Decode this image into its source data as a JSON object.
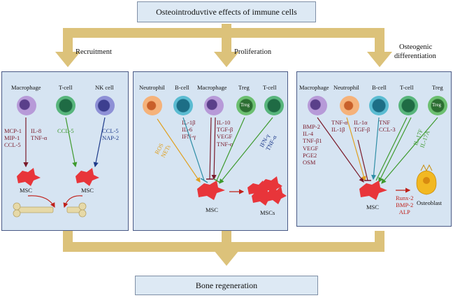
{
  "title": "Osteointroduvtive effects of immune cells",
  "bottom_title": "Bone regeneration",
  "sections": {
    "recruitment": "Recruitment",
    "proliferation": "Proliferation",
    "differentiation_1": "Osteogenic",
    "differentiation_2": "differentiation"
  },
  "panel1": {
    "cells": [
      "Macrophage",
      "T-cell",
      "NK cell"
    ],
    "macrophage_factors_a": [
      "MCP-1",
      "MIP-1",
      "CCL-5"
    ],
    "macrophage_factors_b": [
      "IL-8",
      "TNF-α"
    ],
    "tcell_factors": [
      "CCL-5"
    ],
    "nk_factors": [
      "CCL-5",
      "NAP-2"
    ],
    "msc_left": "MSC",
    "msc_right": "MSC"
  },
  "panel2": {
    "cells": [
      "Neutrophil",
      "B-cell",
      "Macrophage",
      "Treg",
      "T-cell"
    ],
    "treg_badge": "Treg",
    "neutrophil_factors": [
      "ROS",
      "NETs"
    ],
    "bcell_factors": [
      "IL-1β",
      "IL-6",
      "IFN-γ"
    ],
    "macrophage_factors": [
      "IL-10",
      "TGF-β",
      "VEGF",
      "TNF-α"
    ],
    "tcell_factors": [
      "IFN-γ",
      "TNF-α"
    ],
    "msc": "MSC",
    "mscs": "MSCs"
  },
  "panel3": {
    "cells": [
      "Macrophage",
      "Neutrophil",
      "B-cell",
      "T-cell",
      "Treg"
    ],
    "treg_badge": "Treg",
    "macrophage_factors": [
      "BMP-2",
      "IL-4",
      "TNF-β1",
      "VEGF",
      "PGE2",
      "OSM"
    ],
    "neutrophil_factors": [
      "TNF-α",
      "IL-1β"
    ],
    "bcell_factors_a": [
      "IL-1α",
      "TGF-β"
    ],
    "bcell_factors_b": [
      "TNF",
      "CCL-3"
    ],
    "tcell_factors": [
      "IL-17F",
      "IL-17A"
    ],
    "msc": "MSC",
    "osteo_factors": [
      "Runx-2",
      "BMP-2",
      "ALP"
    ],
    "osteoblast": "Osteoblast"
  },
  "colors": {
    "panel_bg": "#d6e4f2",
    "panel_border": "#4a5a86",
    "flow_arrow": "#dcc27a",
    "macrophage": "#9b7fc6",
    "tcell": "#3f9a6a",
    "nk": "#6c72c4",
    "bcell": "#3aa0b8",
    "neutrophil": "#f0a060",
    "treg": "#4f9c55",
    "msc": "#e8353a",
    "maroon": "#7a1a2a",
    "green": "#3e9a2e",
    "blue": "#1d3a8a",
    "orange": "#e0a020",
    "teal": "#2f8ea6",
    "red": "#c0201a",
    "bone": "#e6d9a8"
  }
}
